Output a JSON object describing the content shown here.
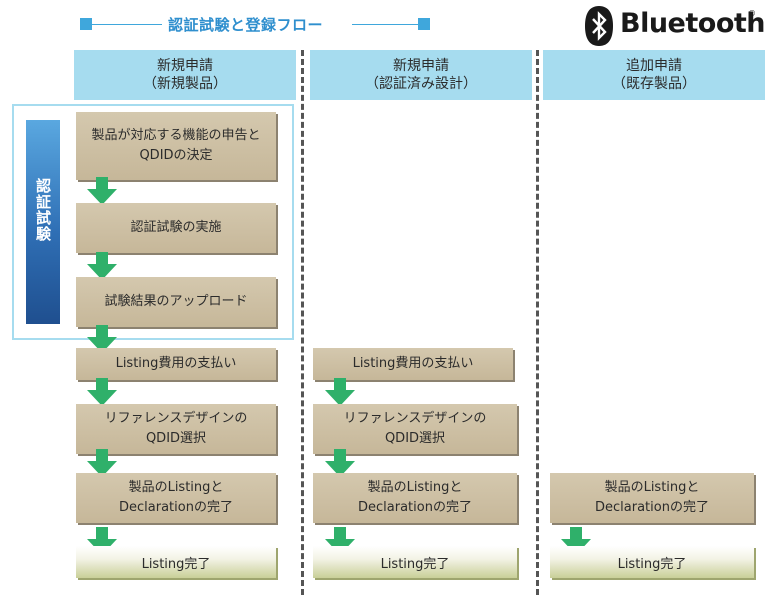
{
  "title": "認証試験と登録フロー",
  "brand": {
    "word": "Bluetooth",
    "reg": "®"
  },
  "columns": [
    {
      "line1": "新規申請",
      "line2": "（新規製品）"
    },
    {
      "line1": "新規申請",
      "line2": "（認証済み設計）"
    },
    {
      "line1": "追加申請",
      "line2": "（既存製品）"
    }
  ],
  "cert_label": "認証試験",
  "steps": {
    "declare": {
      "line1": "製品が対応する機能の申告と",
      "line2": "QDIDの決定"
    },
    "test": "認証試験の実施",
    "upload": "試験結果のアップロード",
    "fee": "Listing費用の支払い",
    "ref": {
      "line1": "リファレンスデザインの",
      "line2": "QDID選択"
    },
    "listing": {
      "line1": "製品のListingと",
      "line2": "Declarationの完了"
    },
    "done": "Listing完了"
  },
  "colors": {
    "accent": "#3fa7dc",
    "header_bg": "#a6dcef",
    "step_bg": "#c9bb9d",
    "arrow": "#2fb06a",
    "cert_bar": "#2f6fb5"
  }
}
